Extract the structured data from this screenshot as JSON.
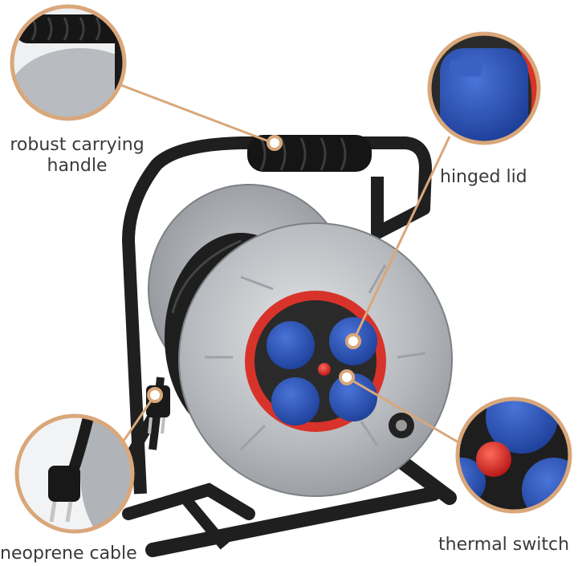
{
  "labels": {
    "handle_line1": "robust carrying",
    "handle_line2": "handle",
    "hinged_lid": "hinged lid",
    "neoprene_cable": "neoprene cable",
    "thermal_switch": "thermal switch"
  },
  "colors": {
    "callout": "#d9a77a",
    "frame": "#1f1f1f",
    "drum": "#b9bcc0",
    "socket": "#2a4fb0",
    "ring": "#d8332a"
  }
}
